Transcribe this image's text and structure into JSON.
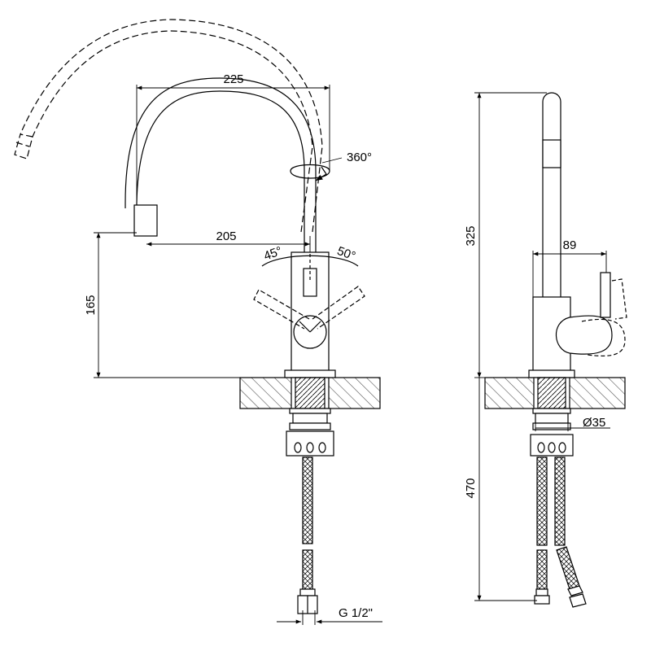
{
  "front_view": {
    "dim_spout_reach": "225",
    "dim_outlet_offset": "205",
    "dim_outlet_height": "165",
    "dim_rotation": "360°",
    "dim_lever_left_angle": "45°",
    "dim_lever_right_angle": "50°",
    "dim_thread": "G 1/2\""
  },
  "side_view": {
    "dim_total_height": "325",
    "dim_lever_reach": "89",
    "dim_body_diameter": "Ø35",
    "dim_hose_length": "470"
  },
  "colors": {
    "line": "#000000",
    "hatch": "#555555",
    "background": "#ffffff"
  }
}
